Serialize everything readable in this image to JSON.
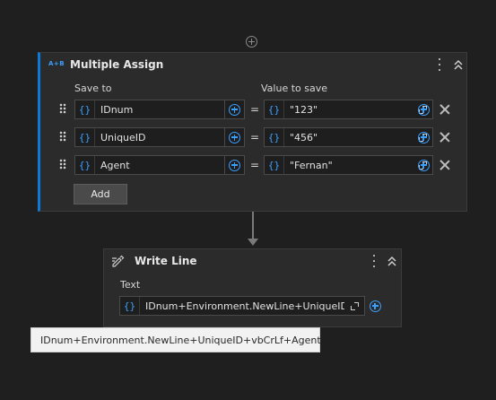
{
  "canvas": {
    "top_add_icon": "plus-circle-icon"
  },
  "multiple_assign": {
    "title": "Multiple Assign",
    "header_icon": "assign-icon",
    "header_icon_text": "A+B",
    "save_to_label": "Save to",
    "value_to_save_label": "Value to save",
    "rows": [
      {
        "save_to": "IDnum",
        "value": "\"123\""
      },
      {
        "save_to": "UniqueID",
        "value": "\"456\""
      },
      {
        "save_to": "Agent",
        "value": "\"Fernan\""
      }
    ],
    "brace_glyph": "{}",
    "equals": "=",
    "add_button_label": "Add"
  },
  "write_line": {
    "title": "Write Line",
    "header_icon": "pencil-icon",
    "text_label": "Text",
    "text_value": "IDnum+Environment.NewLine+UniqueID+",
    "brace_glyph": "{}"
  },
  "tooltip": {
    "text": "IDnum+Environment.NewLine+UniqueID+vbCrLf+Agent"
  },
  "colors": {
    "accent": "#0e7ad8",
    "link_blue": "#3aa0ff",
    "background": "#1f1f1f",
    "card": "#2b2b2b"
  }
}
